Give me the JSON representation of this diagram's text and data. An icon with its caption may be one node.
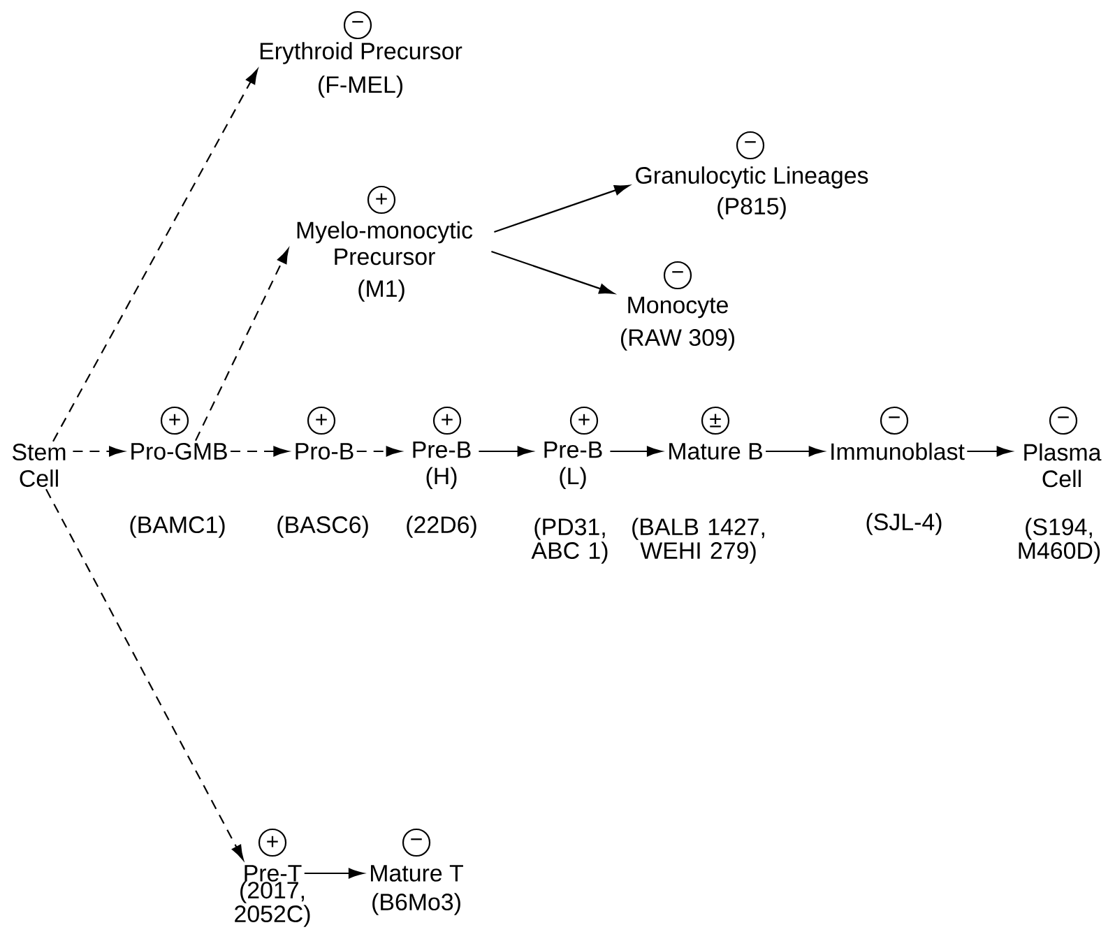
{
  "diagram": {
    "nodes": [
      {
        "text": [
          "Stem Cell"
        ]
      },
      {
        "text": [
          "Erythroid Precursor"
        ],
        "beside": [
          "−",
          "(F-MEL)"
        ]
      },
      {
        "text": [
          "Myelo-monocytic Precursor"
        ],
        "beside": [
          "+",
          "(M1)"
        ]
      },
      {
        "text": [
          "Granulocytic Lineages"
        ],
        "beside": [
          "−",
          "(P815)"
        ]
      },
      {
        "text": [
          "Monocyte"
        ],
        "beside": [
          "−",
          "(RAW 309)"
        ]
      },
      {
        "text": [
          "Pro-GMB"
        ],
        "beside": [
          "+",
          "(BAMC1)"
        ]
      },
      {
        "text": [
          "Pro-B"
        ],
        "beside": [
          "+",
          "(BASC6)"
        ]
      },
      {
        "text": [
          "Pre-B (H)"
        ],
        "beside": [
          "+",
          "(22D6)"
        ]
      },
      {
        "text": [
          "Pre-B (L)"
        ],
        "beside": [
          "+",
          "(PD31, ABC 1)"
        ]
      },
      {
        "text": [
          "Mature B"
        ],
        "beside": [
          "±",
          "(BALB 1427, WEHI 279)"
        ]
      },
      {
        "text": [
          "Immunoblast"
        ],
        "beside": [
          "−",
          "(SJL-4)"
        ]
      },
      {
        "text": [
          "Plasma Cell"
        ],
        "beside": [
          "−",
          "(S194, M460D)"
        ]
      },
      {
        "text": [
          "Pre-T"
        ],
        "beside": [
          "+",
          "(2017, 2052C)"
        ]
      },
      {
        "text": [
          "Mature T"
        ],
        "beside": [
          "−",
          "(B6Mo3)"
        ]
      }
    ],
    "edges": [
      {
        "from": 0,
        "to": 1,
        "arrow": "to",
        "style": "dashed"
      },
      {
        "from": 0,
        "to": 5,
        "arrow": "to",
        "style": "dashed"
      },
      {
        "from": 0,
        "to": 12,
        "arrow": "to",
        "style": "dashed"
      },
      {
        "from": 5,
        "to": 2,
        "arrow": "to",
        "style": "dashed"
      },
      {
        "from": 2,
        "to": 3,
        "arrow": "to"
      },
      {
        "from": 2,
        "to": 4,
        "arrow": "to"
      },
      {
        "from": 5,
        "to": 6,
        "arrow": "to",
        "style": "dashed"
      },
      {
        "from": 6,
        "to": 7,
        "arrow": "to",
        "style": "dashed"
      },
      {
        "from": 7,
        "to": 8,
        "arrow": "to"
      },
      {
        "from": 8,
        "to": 9,
        "arrow": "to"
      },
      {
        "from": 9,
        "to": 10,
        "arrow": "to"
      },
      {
        "from": 10,
        "to": 11,
        "arrow": "to"
      },
      {
        "from": 12,
        "to": 13,
        "arrow": "to"
      }
    ]
  }
}
